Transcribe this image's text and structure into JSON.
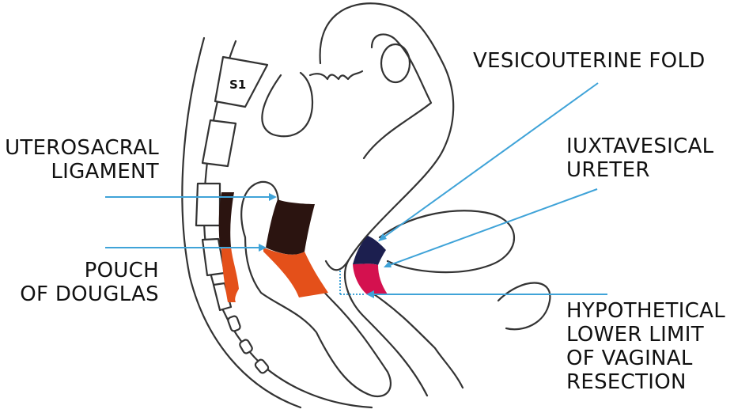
{
  "diagram": {
    "subject": "Sagittal pelvic anatomy",
    "vertebra_label": "S1",
    "labels": {
      "vesicouterine_fold": "VESICOUTERINE FOLD",
      "iuxtavesical_ureter": "IUXTAVESICAL\nURETER",
      "uterosacral_ligament": "UTEROSACRAL\nLIGAMENT",
      "pouch_of_douglas": "POUCH\nOF DOUGLAS",
      "lower_limit": "HYPOTHETICAL\nLOWER LIMIT\nOF VAGINAL\nRESECTION"
    },
    "colors": {
      "uterosacral_ligament": "#2b1410",
      "pouch_of_douglas": "#e4501a",
      "vesicouterine_fold": "#1c1f4f",
      "iuxtavesical_ureter": "#0d6a38",
      "vaginal_region": "#d4114f",
      "leader_line": "#3fa3d8"
    }
  }
}
